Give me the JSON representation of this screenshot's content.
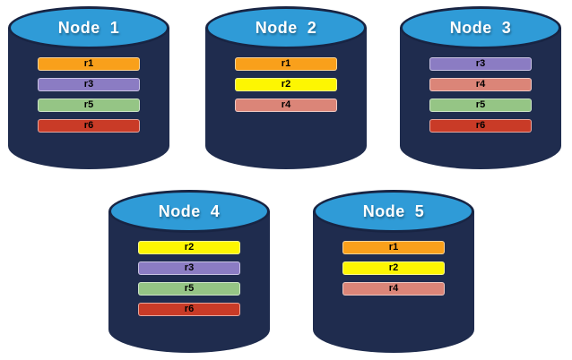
{
  "colors": {
    "background": "#ffffff",
    "cylinder_body": "#1f2c4e",
    "cylinder_top": "#2f9bd7",
    "cylinder_outline": "#182443",
    "node_label_text": "#ffffff",
    "bar_text": "#000000",
    "replicas": {
      "r1": "#f9a01b",
      "r2": "#fdf602",
      "r3": "#8b7cc3",
      "r4": "#db8578",
      "r5": "#95c585",
      "r6": "#c93b27"
    }
  },
  "nodes": [
    {
      "label": "Node  1",
      "replicas": [
        "r1",
        "r3",
        "r5",
        "r6"
      ]
    },
    {
      "label": "Node  2",
      "replicas": [
        "r1",
        "r2",
        "r4"
      ]
    },
    {
      "label": "Node  3",
      "replicas": [
        "r3",
        "r4",
        "r5",
        "r6"
      ]
    },
    {
      "label": "Node  4",
      "replicas": [
        "r2",
        "r3",
        "r5",
        "r6"
      ]
    },
    {
      "label": "Node  5",
      "replicas": [
        "r1",
        "r2",
        "r4"
      ]
    }
  ]
}
